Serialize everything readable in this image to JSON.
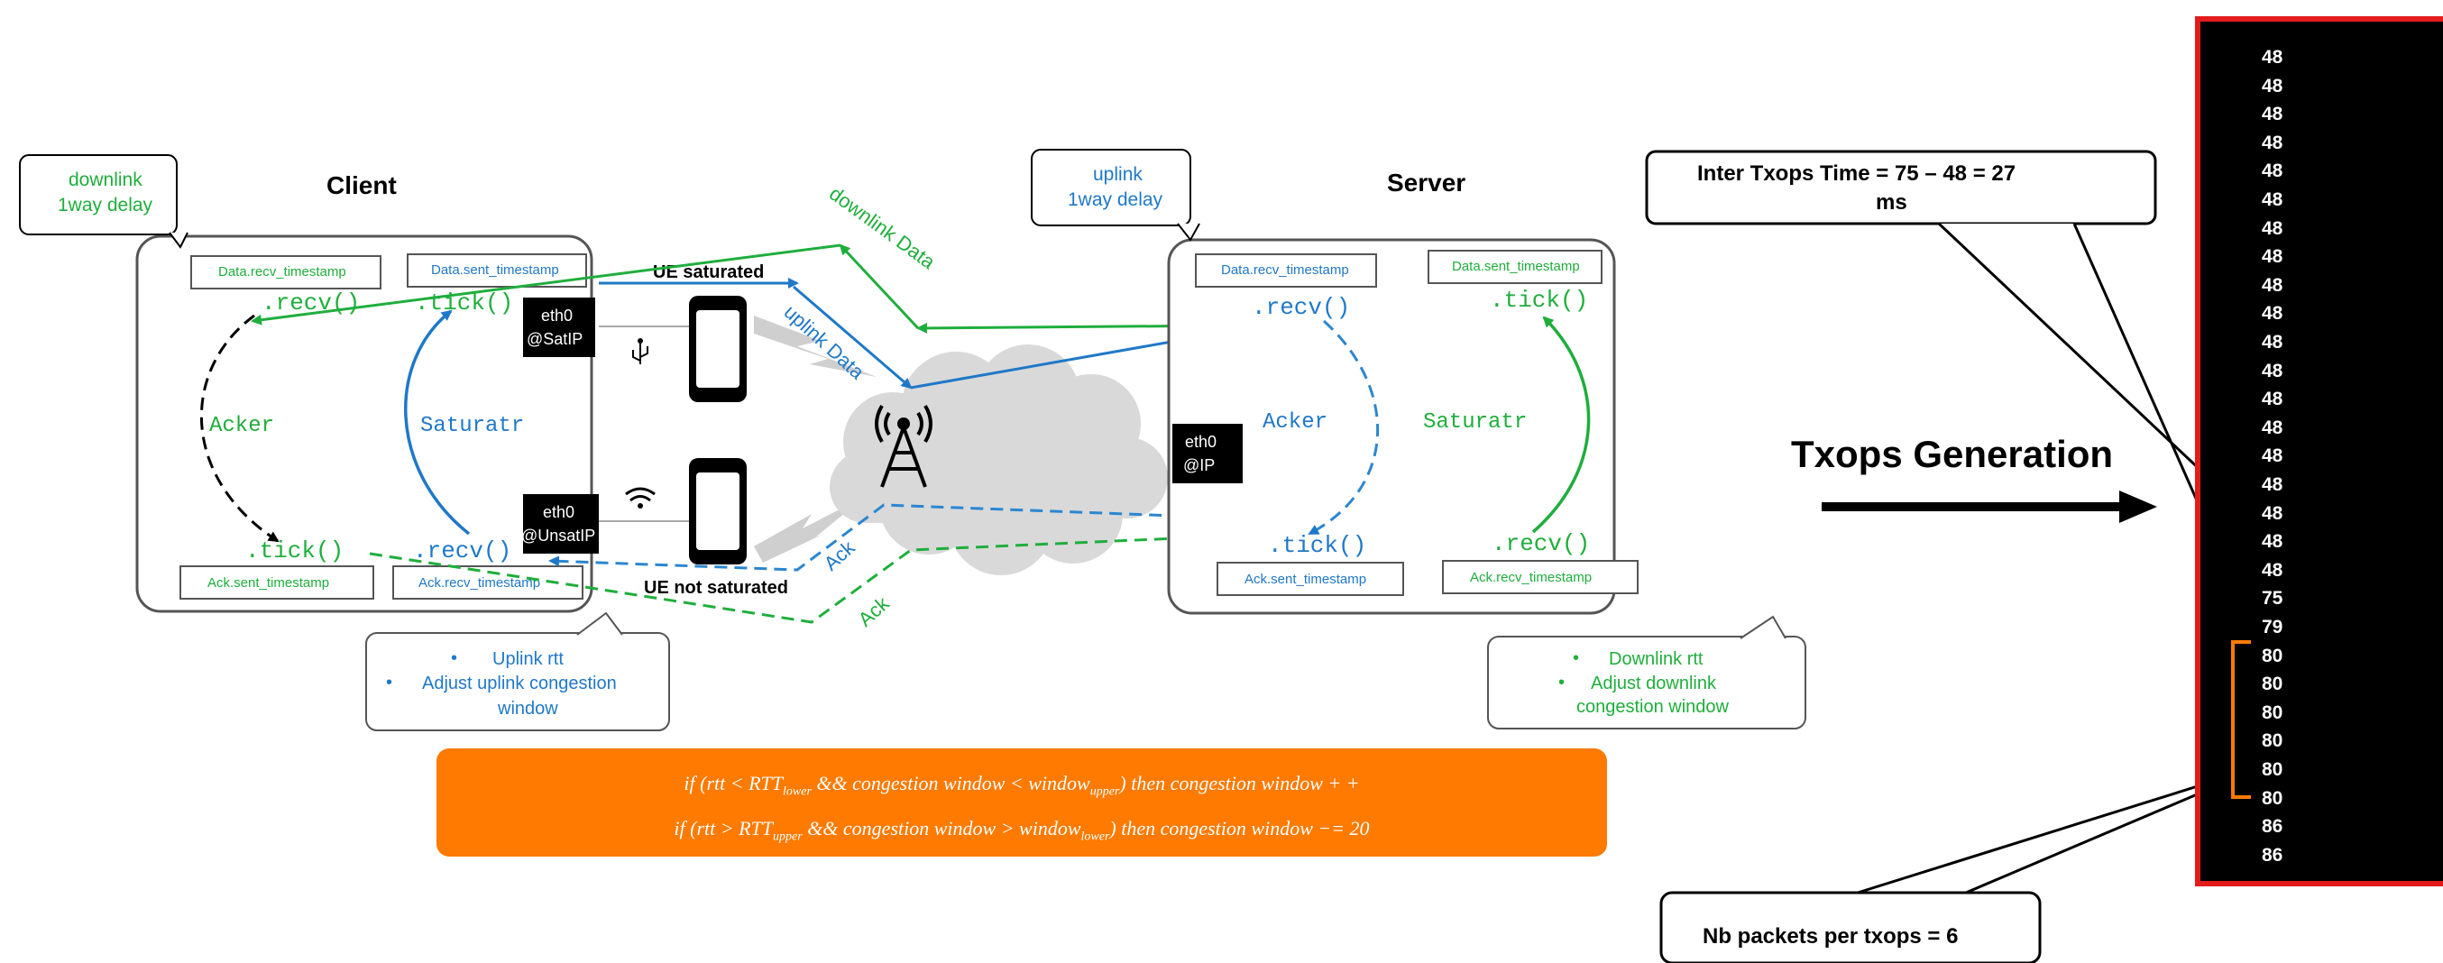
{
  "client": {
    "title": "Client",
    "callout": [
      "downlink",
      "1way delay"
    ],
    "data_recv_label": "Data.recv_timestamp",
    "data_sent_label": "Data.sent_timestamp",
    "recv_top": ".recv()",
    "tick_top": ".tick()",
    "acker": "Acker",
    "saturatr": "Saturatr",
    "tick_bottom": ".tick()",
    "recv_bottom": ".recv()",
    "ack_sent_label": "Ack.sent_timestamp",
    "ack_recv_label": "Ack.recv_timestamp",
    "eth0_sat": [
      "eth0",
      "@SatIP"
    ],
    "eth0_unsat": [
      "eth0",
      "@UnsatIP"
    ],
    "rtt_box": [
      "Uplink rtt",
      "Adjust uplink congestion",
      "window"
    ]
  },
  "server": {
    "title": "Server",
    "callout": [
      "uplink",
      "1way delay"
    ],
    "data_recv_label": "Data.recv_timestamp",
    "data_sent_label": "Data.sent_timestamp",
    "recv_top": ".recv()",
    "tick_top": ".tick()",
    "acker": "Acker",
    "saturatr": "Saturatr",
    "tick_bottom": ".tick()",
    "recv_bottom": ".recv()",
    "ack_sent_label": "Ack.sent_timestamp",
    "ack_recv_label": "Ack.recv_timestamp",
    "eth0": [
      "eth0",
      "@IP"
    ],
    "rtt_box": [
      "Downlink rtt",
      "Adjust downlink",
      "congestion window"
    ]
  },
  "network": {
    "ue_saturated": "UE saturated",
    "ue_not_saturated": "UE not saturated",
    "downlink_data": "downlink Data",
    "uplink_data": "uplink Data",
    "ack1": "Ack",
    "ack2": "Ack"
  },
  "formula": {
    "line1": {
      "pre": "if (rtt < RTT",
      "sub1": "lower",
      "mid": " && congestion window < window",
      "sub2": "upper",
      "post": ") then congestion window + +"
    },
    "line2": {
      "pre": "if (rtt > RTT",
      "sub1": "upper",
      "mid": " && congestion window > window",
      "sub2": "lower",
      "post": ") then congestion window −= 20"
    }
  },
  "txops": {
    "inter_time_label": [
      "Inter Txops Time = 75 – 48 = 27",
      "ms"
    ],
    "generation_label": "Txops Generation",
    "nb_packets_label": "Nb packets per txops = 6",
    "values": [
      "48",
      "48",
      "48",
      "48",
      "48",
      "48",
      "48",
      "48",
      "48",
      "48",
      "48",
      "48",
      "48",
      "48",
      "48",
      "48",
      "48",
      "48",
      "48",
      "75",
      "79",
      "80",
      "80",
      "80",
      "80",
      "80",
      "80",
      "86",
      "86"
    ]
  },
  "colors": {
    "green": "#1fae3c",
    "blue": "#1f78c8",
    "dashed_blue": "#2b86d0",
    "orange": "#ff7a00",
    "panel_border": "#e31b1b"
  }
}
